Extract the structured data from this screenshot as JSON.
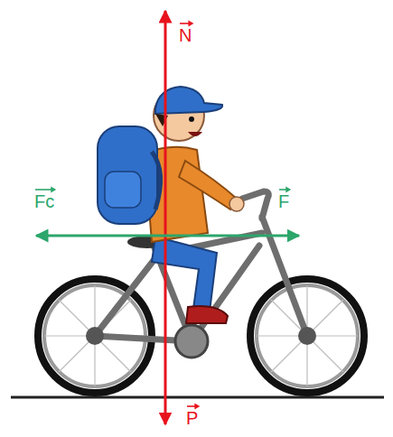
{
  "diagram": {
    "labels": [
      "N",
      "Fc",
      "F",
      "P"
    ]
  }
}
